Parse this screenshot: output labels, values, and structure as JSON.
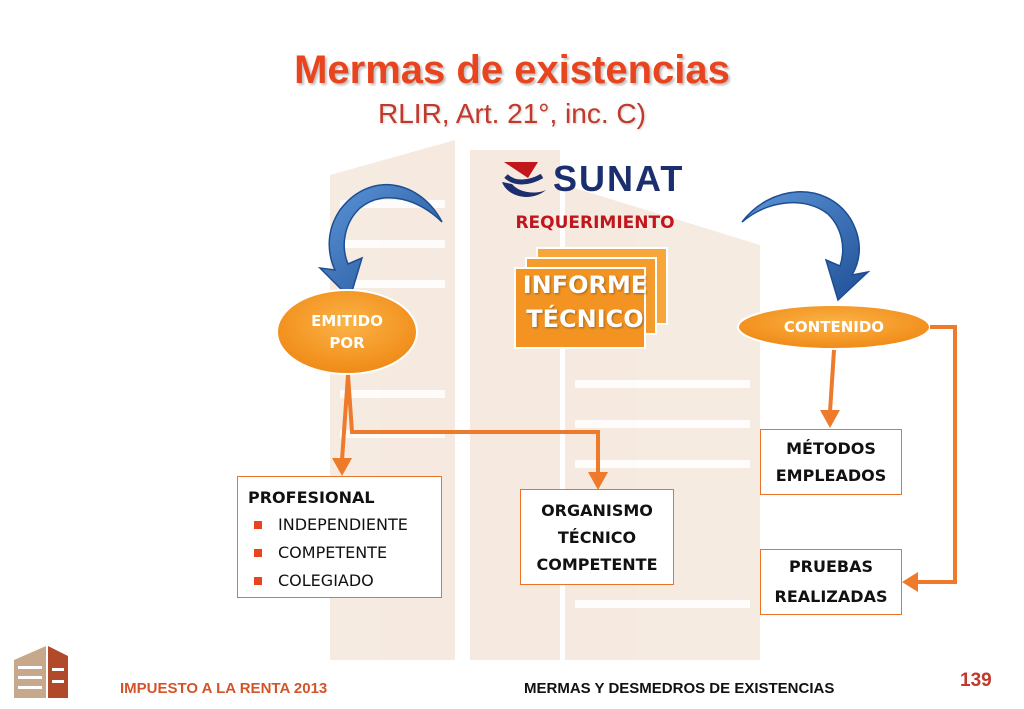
{
  "header": {
    "title": "Mermas de existencias",
    "subtitle": "RLIR, Art. 21°, inc. C)"
  },
  "logo": {
    "name": "SUNAT",
    "colors": {
      "navy": "#1b2f6e",
      "red": "#c0161c"
    }
  },
  "diagram": {
    "requerimiento": "REQUERIMIENTO",
    "informe": {
      "line1": "INFORME",
      "line2": "TÉCNICO"
    },
    "emitido": {
      "line1": "EMITIDO",
      "line2": "POR"
    },
    "contenido": "CONTENIDO",
    "profesional": {
      "heading": "PROFESIONAL",
      "items": [
        "INDEPENDIENTE",
        "COMPETENTE",
        "COLEGIADO"
      ]
    },
    "organismo": {
      "line1": "ORGANISMO",
      "line2": "TÉCNICO",
      "line3": "COMPETENTE"
    },
    "metodos": {
      "line1": "MÉTODOS",
      "line2": "EMPLEADOS"
    },
    "pruebas": {
      "line1": "PRUEBAS",
      "line2": "REALIZADAS"
    }
  },
  "footer": {
    "left": "IMPUESTO A LA RENTA 2013",
    "right": "MERMAS Y DESMEDROS DE EXISTENCIAS",
    "page": "139"
  },
  "colors": {
    "title": "#e8451f",
    "orange": "#f39a24",
    "connector": "#ee7a2b",
    "blue_arrow": "#2e67b3"
  }
}
